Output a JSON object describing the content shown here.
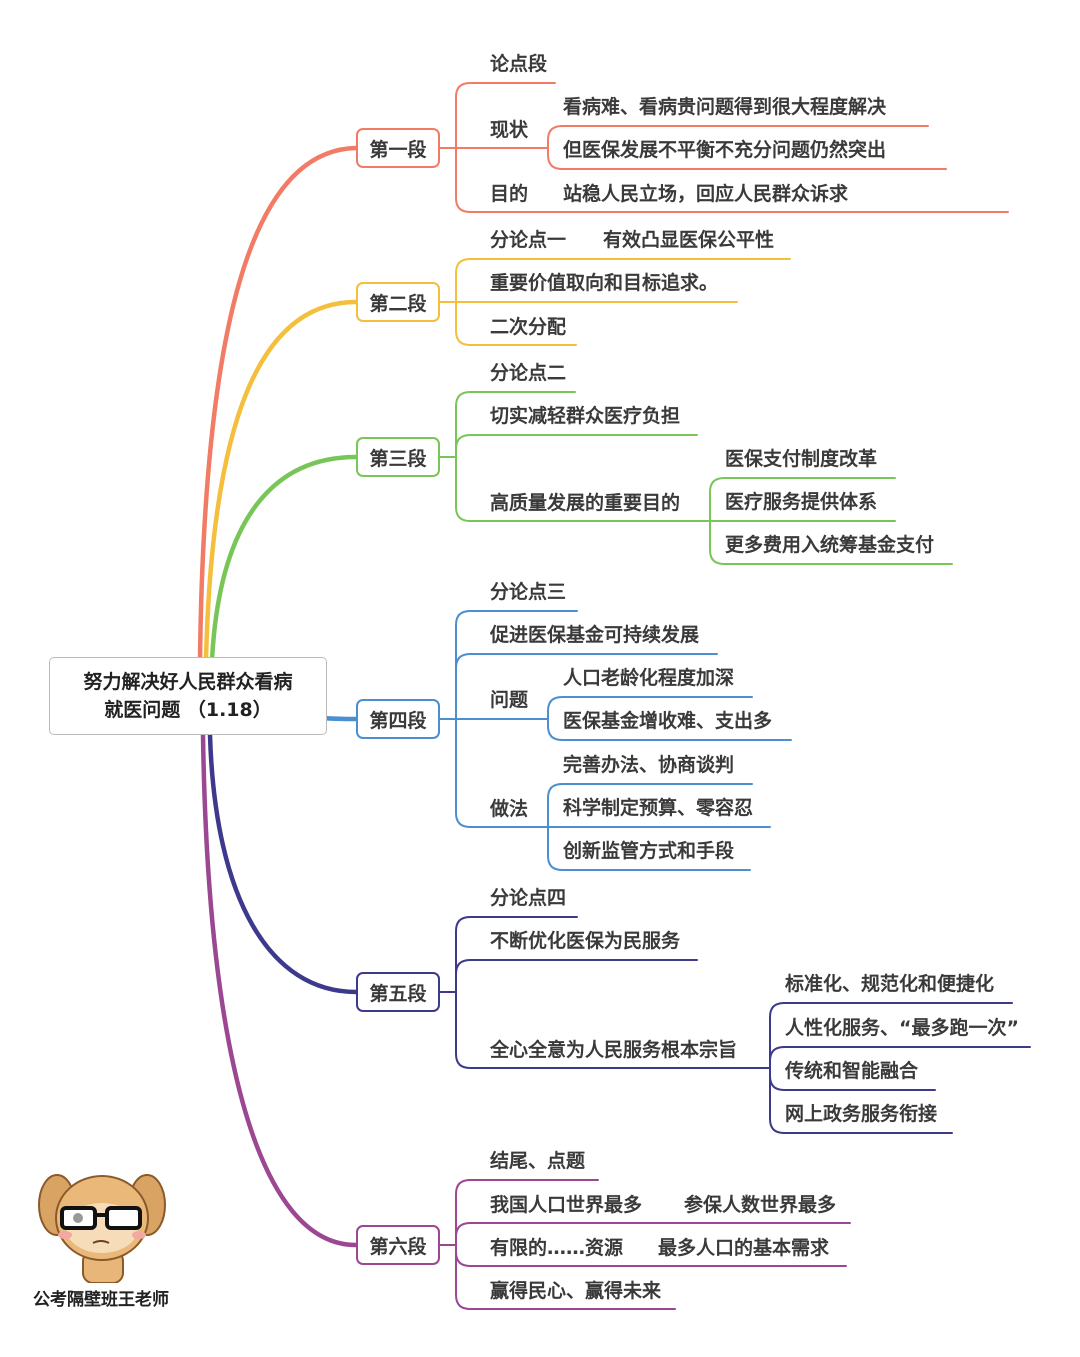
{
  "root": {
    "line1": "努力解决好人民群众看病",
    "line2": "就医问题 （1.18）"
  },
  "sections": [
    {
      "label": "第一段",
      "color": "#f27b66",
      "items": [
        {
          "text": "论点段"
        },
        {
          "text": "现状",
          "children": [
            "看病难、看病贵问题得到很大程度解决",
            "但医保发展不平衡不充分问题仍然突出"
          ]
        },
        {
          "text": "目的",
          "text2": "站稳人民立场，回应人民群众诉求"
        }
      ]
    },
    {
      "label": "第二段",
      "color": "#f4bf3c",
      "items": [
        {
          "text": "分论点一",
          "text2": "有效凸显医保公平性"
        },
        {
          "text": "重要价值取向和目标追求。"
        },
        {
          "text": "二次分配"
        }
      ]
    },
    {
      "label": "第三段",
      "color": "#79c658",
      "items": [
        {
          "text": "分论点二"
        },
        {
          "text": "切实减轻群众医疗负担"
        },
        {
          "text": "高质量发展的重要目的",
          "children": [
            "医保支付制度改革",
            "医疗服务提供体系",
            "更多费用入统筹基金支付"
          ]
        }
      ]
    },
    {
      "label": "第四段",
      "color": "#4a8fd0",
      "items": [
        {
          "text": "分论点三"
        },
        {
          "text": "促进医保基金可持续发展"
        },
        {
          "text": "问题",
          "children": [
            "人口老龄化程度加深",
            "医保基金增收难、支出多"
          ]
        },
        {
          "text": "做法",
          "children": [
            "完善办法、协商谈判",
            "科学制定预算、零容忍",
            "创新监管方式和手段"
          ]
        }
      ]
    },
    {
      "label": "第五段",
      "color": "#3d3a8c",
      "items": [
        {
          "text": "分论点四"
        },
        {
          "text": "不断优化医保为民服务"
        },
        {
          "text": "全心全意为人民服务根本宗旨",
          "children": [
            "标准化、规范化和便捷化",
            "人性化服务、“最多跑一次”",
            "传统和智能融合",
            "网上政务服务衔接"
          ]
        }
      ]
    },
    {
      "label": "第六段",
      "color": "#9b4791",
      "items": [
        {
          "text": "结尾、点题"
        },
        {
          "text": "我国人口世界最多",
          "text2": "参保人数世界最多"
        },
        {
          "text": "有限的……资源",
          "text2": "最多人口的基本需求"
        },
        {
          "text": "赢得民心、赢得未来"
        }
      ]
    }
  ],
  "watermark": "公考隔壁班王老师"
}
